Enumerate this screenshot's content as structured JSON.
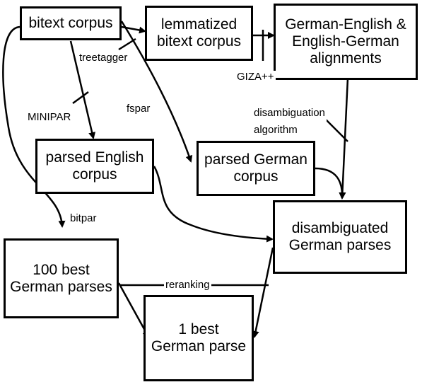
{
  "nodes": {
    "bitext": "bitext corpus",
    "lemmatized": "lemmatized\nbitext corpus",
    "alignments": "German-English &\nEnglish-German\nalignments",
    "parsed_english": "parsed English\ncorpus",
    "parsed_german": "parsed German\ncorpus",
    "disambiguated": "disambiguated\nGerman parses",
    "best100": "100 best\nGerman parses",
    "best1": "1  best\nGerman parse"
  },
  "edges": {
    "treetagger": "treetagger",
    "giza": "GIZA++",
    "minipar": "MINIPAR",
    "fspar": "fspar",
    "disambiguation": "disambiguation\nalgorithm",
    "bitpar": "bitpar",
    "reranking": "reranking"
  }
}
